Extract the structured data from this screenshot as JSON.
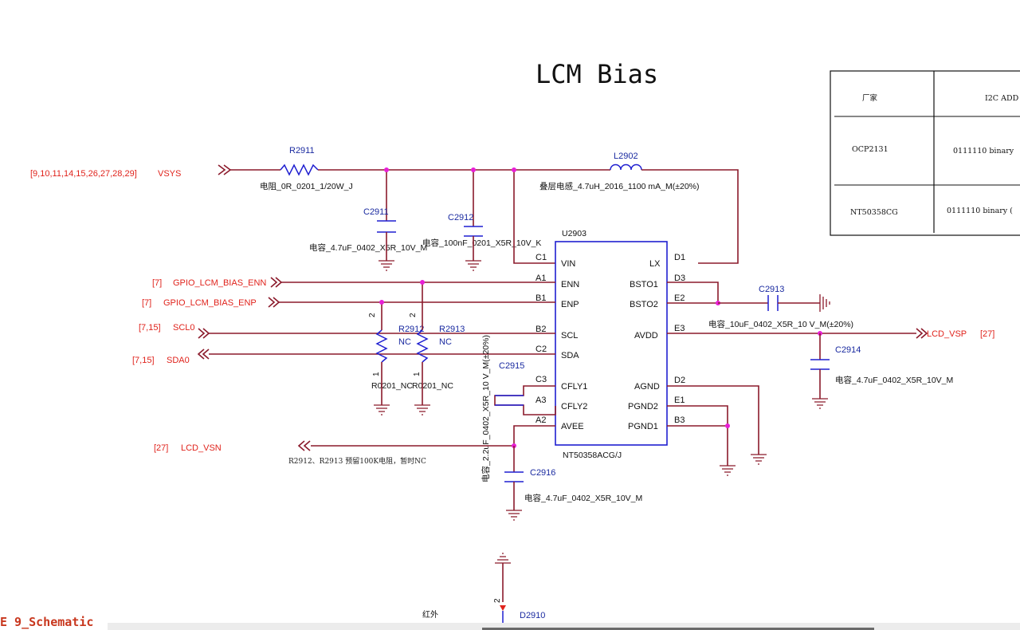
{
  "title": "LCM Bias",
  "sheet_tab": "E 9_Schematic",
  "table": {
    "headers": [
      "厂家",
      "I2C ADD"
    ],
    "rows": [
      [
        "OCP2131",
        "0111110 binary"
      ],
      [
        "NT50358CG",
        "0111110 binary ("
      ]
    ]
  },
  "nets": {
    "vsys": {
      "name": "VSYS",
      "ref": "[9,10,11,14,15,26,27,28,29]"
    },
    "enn": {
      "name": "GPIO_LCM_BIAS_ENN",
      "ref": "[7]"
    },
    "enp": {
      "name": "GPIO_LCM_BIAS_ENP",
      "ref": "[7]"
    },
    "scl": {
      "name": "SCL0",
      "ref": "[7,15]"
    },
    "sda": {
      "name": "SDA0",
      "ref": "[7,15]"
    },
    "vsn": {
      "name": "LCD_VSN",
      "ref": "[27]"
    },
    "vsp": {
      "name": "LCD_VSP",
      "ref": "[27]"
    }
  },
  "components": {
    "r2911": {
      "ref": "R2911",
      "value": "电阻_0R_0201_1/20W_J"
    },
    "l2902": {
      "ref": "L2902",
      "value": "叠层电感_4.7uH_2016_1100 mA_M(±20%)"
    },
    "c2911": {
      "ref": "C2911",
      "value": "电容_4.7uF_0402_X5R_10V_M"
    },
    "c2912": {
      "ref": "C2912",
      "value": "电容_100nF_0201_X5R_10V_K"
    },
    "c2913": {
      "ref": "C2913",
      "value": "电容_10uF_0402_X5R_10 V_M(±20%)"
    },
    "c2914": {
      "ref": "C2914",
      "value": "电容_4.7uF_0402_X5R_10V_M"
    },
    "c2915": {
      "ref": "C2915",
      "value": "电容_2.2uF_0402_X5R_10 V_M(±20%)"
    },
    "c2916": {
      "ref": "C2916",
      "value": "电容_4.7uF_0402_X5R_10V_M"
    },
    "r2912": {
      "ref": "R2912",
      "value": "NC",
      "footprint": "R0201_NC"
    },
    "r2913": {
      "ref": "R2913",
      "value": "NC",
      "footprint": "R0201_NC"
    },
    "d2910": {
      "ref": "D2910"
    },
    "u2903": {
      "ref": "U2903",
      "part": "NT50358ACG/J"
    }
  },
  "ic_pins_left": [
    {
      "ball": "C1",
      "name": "VIN"
    },
    {
      "ball": "A1",
      "name": "ENN"
    },
    {
      "ball": "B1",
      "name": "ENP"
    },
    {
      "ball": "B2",
      "name": "SCL"
    },
    {
      "ball": "C2",
      "name": "SDA"
    },
    {
      "ball": "C3",
      "name": "CFLY1"
    },
    {
      "ball": "A3",
      "name": "CFLY2"
    },
    {
      "ball": "A2",
      "name": "AVEE"
    }
  ],
  "ic_pins_right": [
    {
      "ball": "D1",
      "name": "LX"
    },
    {
      "ball": "D3",
      "name": "BSTO1"
    },
    {
      "ball": "E2",
      "name": "BSTO2"
    },
    {
      "ball": "E3",
      "name": "AVDD"
    },
    {
      "ball": "D2",
      "name": "AGND"
    },
    {
      "ball": "E1",
      "name": "PGND2"
    },
    {
      "ball": "B3",
      "name": "PGND1"
    }
  ],
  "pin_numbers": {
    "one": "1",
    "two": "2"
  },
  "notes": {
    "reserve": "R2912、R2913 预留100K电阻，暂时NC",
    "ir": "红外"
  },
  "colors": {
    "wire": "#8b1a2b",
    "net_label": "#e0231c",
    "ref_label": "#1a2aa0",
    "passive": "#1f1fd0",
    "junction": "#e81fd6"
  }
}
